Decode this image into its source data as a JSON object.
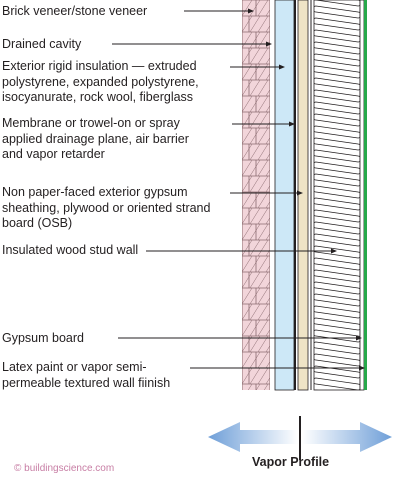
{
  "labels": [
    {
      "id": "brick-veneer",
      "text": "Brick veneer/stone veneer"
    },
    {
      "id": "drained-cavity",
      "text": "Drained cavity"
    },
    {
      "id": "rigid-insulation",
      "text": "Exterior rigid insulation — extruded\npolystyrene, expanded polystyrene,\nisocyanurate, rock wool, fiberglass"
    },
    {
      "id": "membrane",
      "text": "Membrane or trowel-on or spray\napplied drainage plane, air barrier\nand vapor retarder"
    },
    {
      "id": "sheathing",
      "text": "Non paper-faced exterior gypsum\nsheathing, plywood or oriented strand\nboard (OSB)"
    },
    {
      "id": "stud-wall",
      "text": "Insulated wood stud wall"
    },
    {
      "id": "gypsum-board",
      "text": "Gypsum board"
    },
    {
      "id": "latex-paint",
      "text": "Latex paint or vapor semi-\npermeable textured wall fiinish"
    }
  ],
  "vapor_profile": {
    "caption": "Vapor Profile"
  },
  "copyright": "© buildingscience.com",
  "colors": {
    "brick": "#f2d5da",
    "brick_line": "#8a6a6f",
    "cavity": "#ffffff",
    "rigid_insulation": "#cde8f7",
    "membrane": "#231f20",
    "sheathing": "#efe4c6",
    "batt_line": "#231f20",
    "gypsum_board": "#ffffff",
    "paint": "#27a84a",
    "arrow": "#6f9fd8",
    "leader": "#231f20",
    "copyright": "#c77da4"
  },
  "icons": {
    "arrow_left": "left-arrow-icon",
    "arrow_right": "right-arrow-icon"
  }
}
